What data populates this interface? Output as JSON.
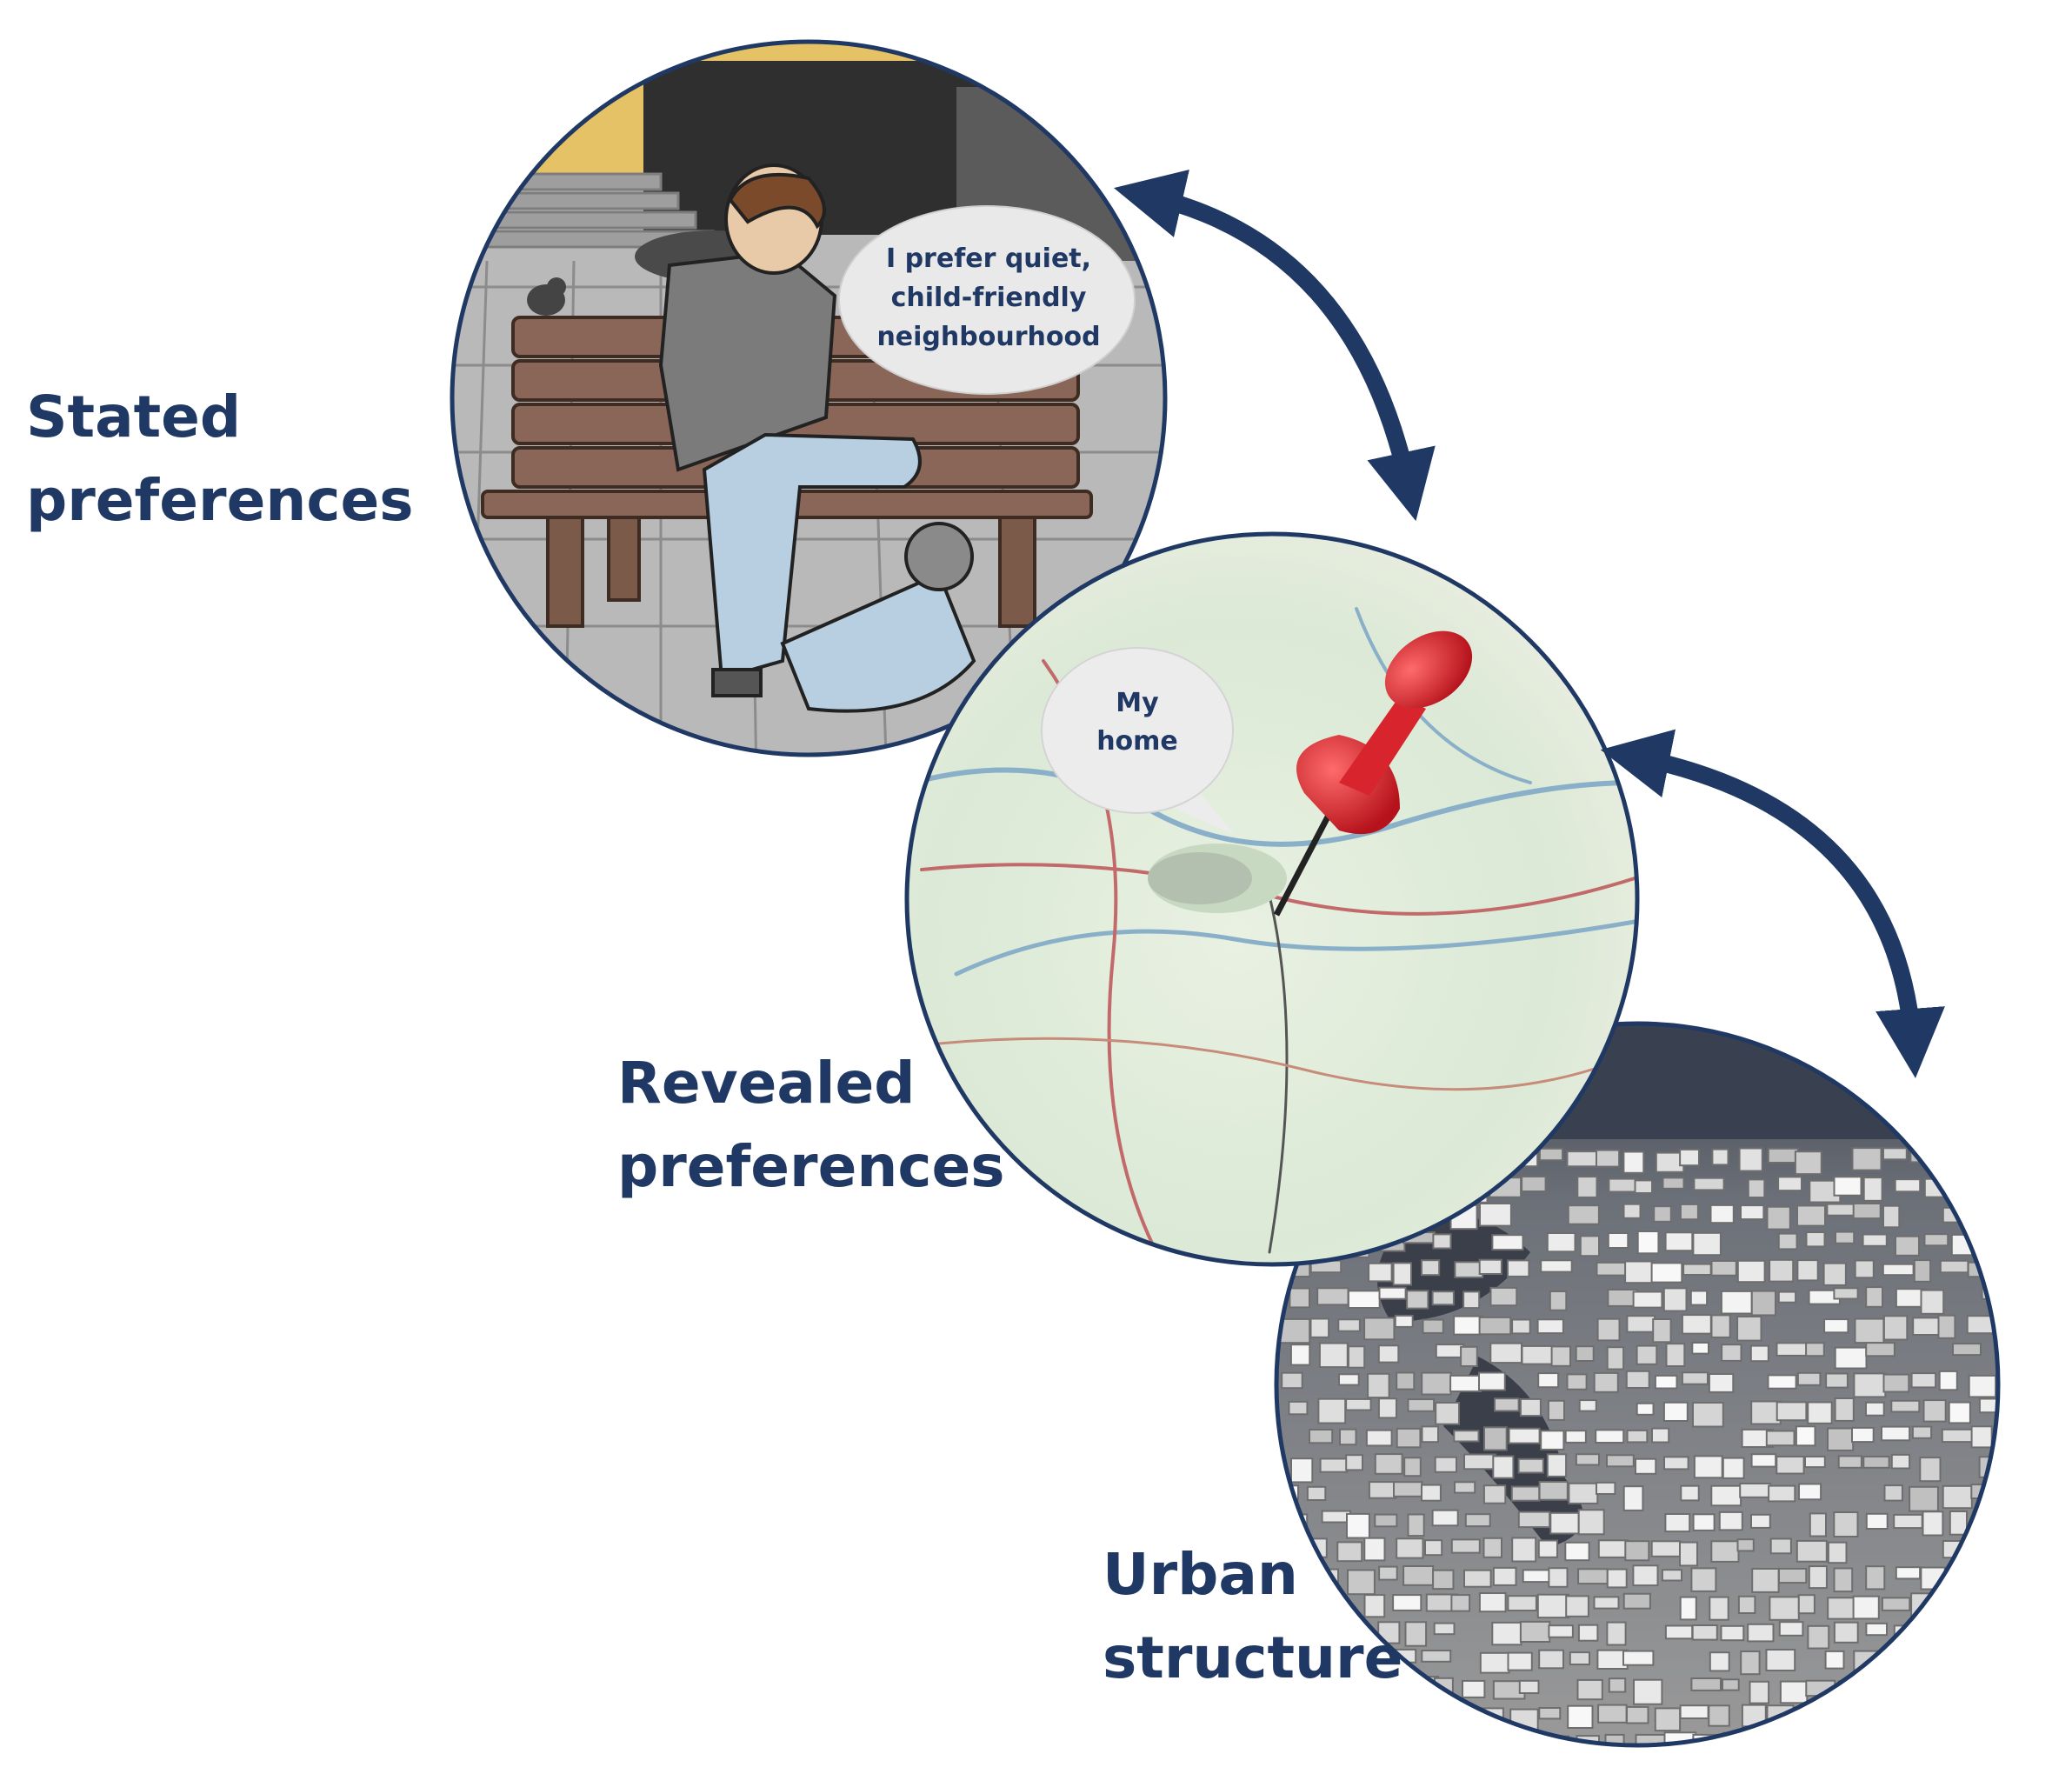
{
  "stages": [
    {
      "label_line1": "Stated",
      "label_line2": "preferences",
      "speech": [
        "I prefer quiet,",
        "child-friendly",
        "neighbourhood"
      ]
    },
    {
      "label_line1": "Revealed",
      "label_line2": "preferences",
      "speech": [
        "My",
        "home"
      ]
    },
    {
      "label_line1": "Urban",
      "label_line2": "structure"
    }
  ],
  "colors": {
    "label": "#1f3864",
    "arrow": "#1f3864",
    "circle_border": "#1f3864",
    "pin": "#d8242c"
  },
  "icons": [
    "double-arrow-icon",
    "push-pin-icon",
    "speech-bubble-icon",
    "bench-icon",
    "bird-icon"
  ]
}
